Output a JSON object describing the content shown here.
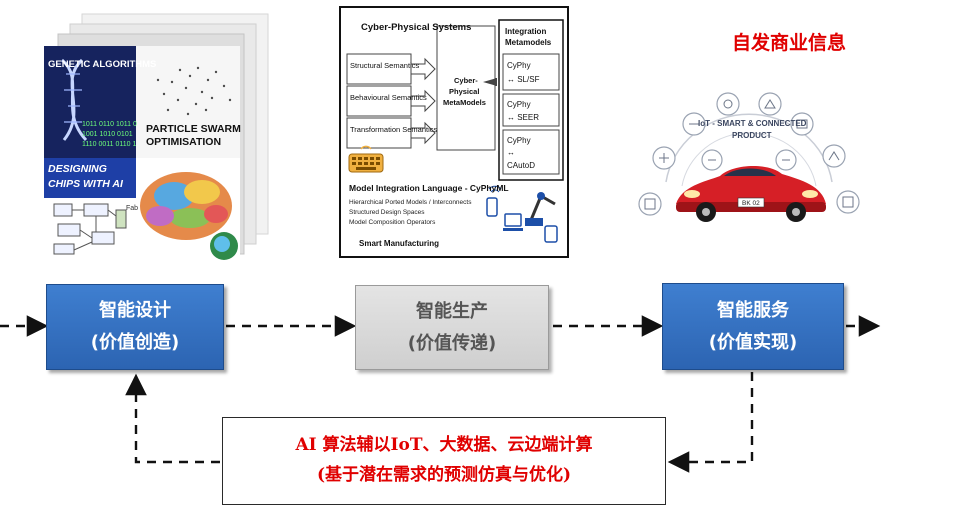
{
  "design_collage": {
    "genetic_algorithms": "GENETIC ALGORITHMS",
    "particle_swarm_line1": "PARTICLE SWARM",
    "particle_swarm_line2": "OPTIMISATION",
    "designing_chips_line1": "DESIGNING",
    "designing_chips_line2": "CHIPS WITH AI",
    "binary_lines": [
      "1011 0110 1011 0",
      "1001 1010 0101",
      "1110 0011 0110 1"
    ],
    "fab_label": "Fab"
  },
  "cps_panel": {
    "title": "Cyber-Physical Systems",
    "semantics": [
      "Structural Semantics",
      "Behavioural Semantics",
      "Transformation Semantics"
    ],
    "metamodels_line1": "Cyber-",
    "metamodels_line2": "Physical",
    "metamodels_line3": "MetaModels",
    "integration_title_line1": "Integration",
    "integration_title_line2": "Metamodels",
    "integration_items": [
      {
        "line1": "CyPhy",
        "line2": "↔ SL/SF"
      },
      {
        "line1": "CyPhy",
        "line2": "↔ SEER"
      },
      {
        "line1": "CyPhy",
        "line2": "↔",
        "line3": "CAutoD"
      }
    ],
    "language_title": "Model Integration Language - CyPhyML",
    "language_items": [
      "Hierarchical Ported Models / Interconnects",
      "Structured Design Spaces",
      "Model Composition Operators"
    ],
    "smart_manufacturing": "Smart Manufacturing"
  },
  "service_visual": {
    "label": "自发商业信息",
    "iot_text_line1": "IoT - SMART & CONNECTED",
    "iot_text_line2": "PRODUCT",
    "plate": "BK 02"
  },
  "stages": [
    {
      "line1": "智能设计",
      "line2": "(价值创造)"
    },
    {
      "line1": "智能生产",
      "line2": "(价值传递)"
    },
    {
      "line1": "智能服务",
      "line2": "(价值实现)"
    }
  ],
  "feedback": {
    "line1": "AI 算法辅以IoT、大数据、云边端计算",
    "line2": "(基于潜在需求的预测仿真与优化)"
  },
  "colors": {
    "stage_active": "#3a78c8",
    "stage_inactive": "#d8d8d8",
    "highlight_text": "#e00000"
  }
}
